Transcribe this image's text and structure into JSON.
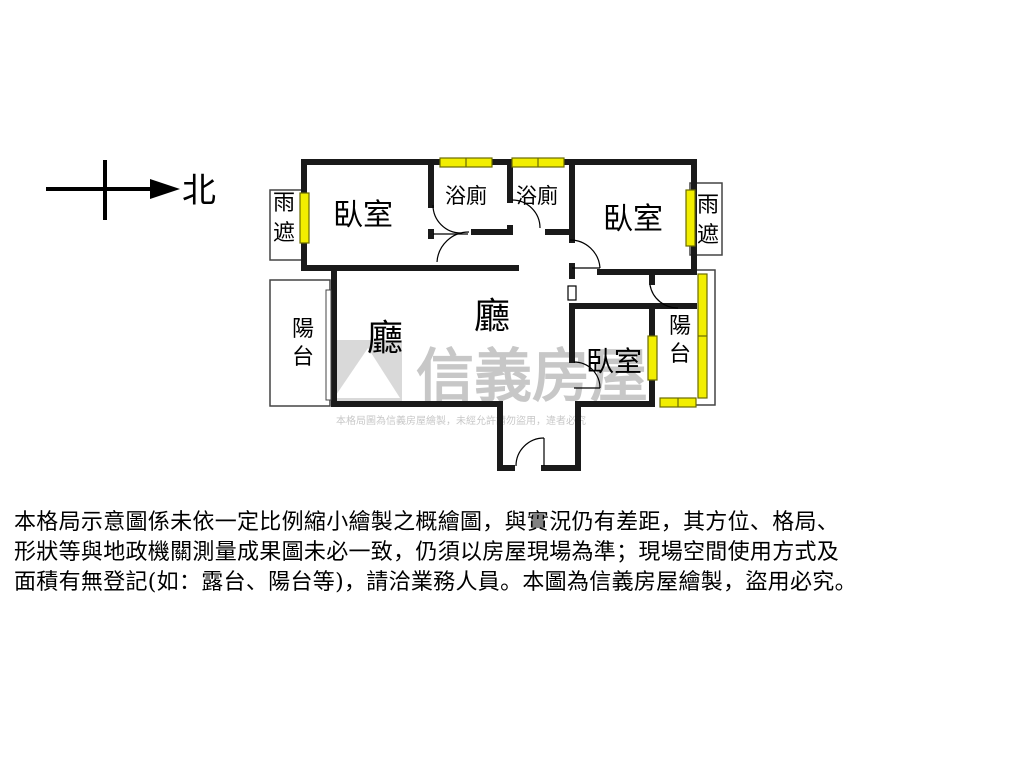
{
  "compass": {
    "direction_label": "北",
    "arrow_icon": "north-arrow-icon"
  },
  "rooms": {
    "bedroom_nw": "臥室",
    "bath_1": "浴廁",
    "bath_2": "浴廁",
    "bedroom_ne": "臥室",
    "bedroom_se": "臥室",
    "living_1": "廳",
    "living_2": "廳",
    "canopy_left": "雨遮",
    "canopy_right": "雨遮",
    "balcony_left": "陽台",
    "balcony_right": "陽台"
  },
  "watermark": {
    "brand": "信義房屋",
    "notice": "本格局圖為信義房屋繪製，未經允許請勿盜用，違者必究"
  },
  "disclaimer": {
    "lines": [
      "本格局示意圖係未依一定比例縮小繪製之概繪圖，與實況仍有差距，其方位、格局、",
      "形狀等與地政機關測量成果圖未必一致，仍須以房屋現場為準；現場空間使用方式及",
      "面積有無登記(如：露台、陽台等)，請洽業務人員。本圖為信義房屋繪製，盜用必究。"
    ]
  },
  "colors": {
    "wall": "#1a1a1a",
    "window": "#f2ee00",
    "window_stroke": "#6b6b00",
    "watermark": "#b8b8b8",
    "outline": "#444444"
  }
}
